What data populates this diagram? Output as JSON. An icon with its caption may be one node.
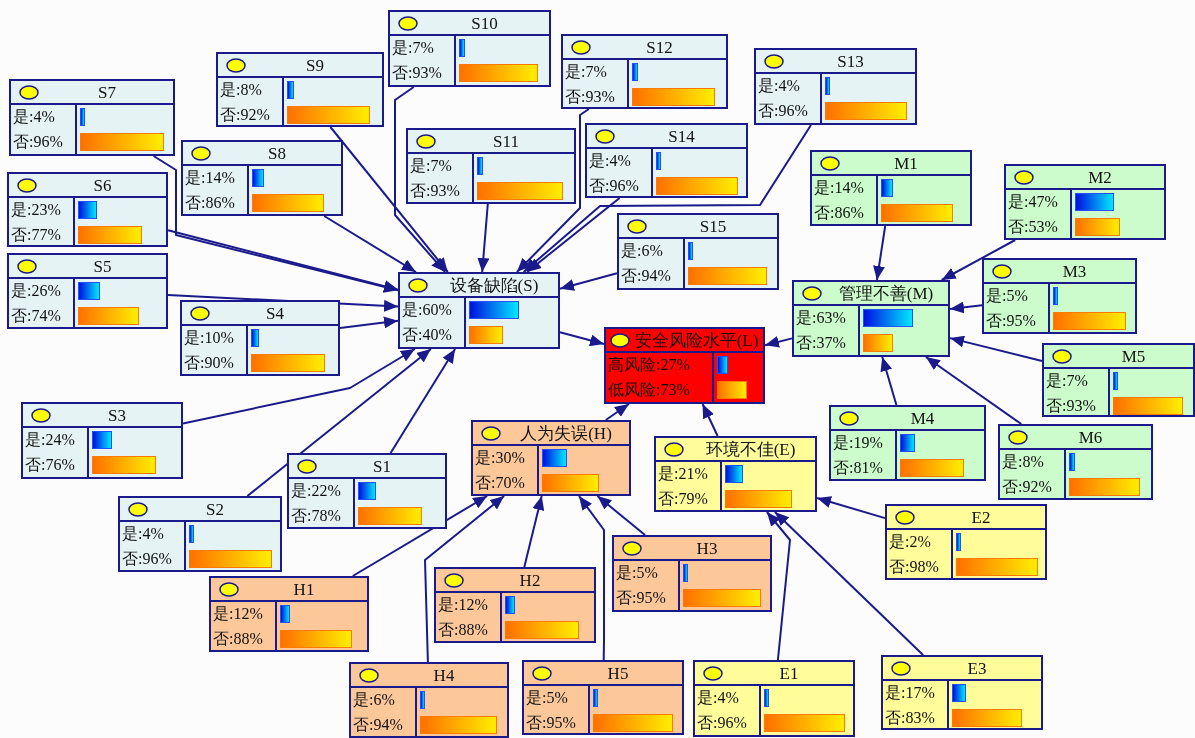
{
  "diagram": {
    "nodes": [
      {
        "text": [
          "S10",
          "是:7%",
          "否:93%"
        ]
      },
      {
        "text": [
          "S12",
          "是:7%",
          "否:93%"
        ]
      },
      {
        "text": [
          "S13",
          "是:4%",
          "否:96%"
        ]
      },
      {
        "text": [
          "S9",
          "是:8%",
          "否:92%"
        ]
      },
      {
        "text": [
          "S7",
          "是:4%",
          "否:96%"
        ]
      },
      {
        "text": [
          "S11",
          "是:7%",
          "否:93%"
        ]
      },
      {
        "text": [
          "S14",
          "是:4%",
          "否:96%"
        ]
      },
      {
        "text": [
          "S8",
          "是:14%",
          "否:86%"
        ]
      },
      {
        "text": [
          "M1",
          "是:14%",
          "否:86%"
        ]
      },
      {
        "text": [
          "M2",
          "是:47%",
          "否:53%"
        ]
      },
      {
        "text": [
          "S6",
          "是:23%",
          "否:77%"
        ]
      },
      {
        "text": [
          "S15",
          "是:6%",
          "否:94%"
        ]
      },
      {
        "text": [
          "S5",
          "是:26%",
          "否:74%"
        ]
      },
      {
        "text": [
          "设备缺陷(S)",
          "是:60%",
          "否:40%"
        ]
      },
      {
        "text": [
          "管理不善(M)",
          "是:63%",
          "否:37%"
        ]
      },
      {
        "text": [
          "M3",
          "是:5%",
          "否:95%"
        ]
      },
      {
        "text": [
          "S4",
          "是:10%",
          "否:90%"
        ]
      },
      {
        "text": [
          "安全风险水平(L)",
          "高风险:27%",
          "低风险:73%"
        ]
      },
      {
        "text": [
          "M5",
          "是:7%",
          "否:93%"
        ]
      },
      {
        "text": [
          "S3",
          "是:24%",
          "否:76%"
        ]
      },
      {
        "text": [
          "M4",
          "是:19%",
          "否:81%"
        ]
      },
      {
        "text": [
          "M6",
          "是:8%",
          "否:92%"
        ]
      },
      {
        "text": [
          "人为失误(H)",
          "是:30%",
          "否:70%"
        ]
      },
      {
        "text": [
          "环境不佳(E)",
          "是:21%",
          "否:79%"
        ]
      },
      {
        "text": [
          "S1",
          "是:22%",
          "否:78%"
        ]
      },
      {
        "text": [
          "S2",
          "是:4%",
          "否:96%"
        ]
      },
      {
        "text": [
          "E2",
          "是:2%",
          "否:98%"
        ]
      },
      {
        "text": [
          "H1",
          "是:12%",
          "否:88%"
        ]
      },
      {
        "text": [
          "H2",
          "是:12%",
          "否:88%"
        ]
      },
      {
        "text": [
          "H3",
          "是:5%",
          "否:95%"
        ]
      },
      {
        "text": [
          "H4",
          "是:6%",
          "否:94%"
        ]
      },
      {
        "text": [
          "H5",
          "是:5%",
          "否:95%"
        ]
      },
      {
        "text": [
          "E1",
          "是:4%",
          "否:96%"
        ]
      },
      {
        "text": [
          "E3",
          "是:17%",
          "否:83%"
        ]
      }
    ],
    "edges": [
      {
        "from": 0,
        "to": 13,
        "arrow": "to"
      },
      {
        "from": 1,
        "to": 13,
        "arrow": "to"
      },
      {
        "from": 2,
        "to": 13,
        "arrow": "to"
      },
      {
        "from": 3,
        "to": 13,
        "arrow": "to"
      },
      {
        "from": 4,
        "to": 13,
        "arrow": "to"
      },
      {
        "from": 5,
        "to": 13,
        "arrow": "to"
      },
      {
        "from": 6,
        "to": 13,
        "arrow": "to"
      },
      {
        "from": 7,
        "to": 13,
        "arrow": "to"
      },
      {
        "from": 10,
        "to": 13,
        "arrow": "to"
      },
      {
        "from": 11,
        "to": 13,
        "arrow": "to"
      },
      {
        "from": 12,
        "to": 13,
        "arrow": "to"
      },
      {
        "from": 16,
        "to": 13,
        "arrow": "to"
      },
      {
        "from": 19,
        "to": 13,
        "arrow": "to"
      },
      {
        "from": 24,
        "to": 13,
        "arrow": "to"
      },
      {
        "from": 25,
        "to": 13,
        "arrow": "to"
      },
      {
        "from": 8,
        "to": 14,
        "arrow": "to"
      },
      {
        "from": 9,
        "to": 14,
        "arrow": "to"
      },
      {
        "from": 15,
        "to": 14,
        "arrow": "to"
      },
      {
        "from": 18,
        "to": 14,
        "arrow": "to"
      },
      {
        "from": 20,
        "to": 14,
        "arrow": "to"
      },
      {
        "from": 21,
        "to": 14,
        "arrow": "to"
      },
      {
        "from": 27,
        "to": 22,
        "arrow": "to"
      },
      {
        "from": 28,
        "to": 22,
        "arrow": "to"
      },
      {
        "from": 29,
        "to": 22,
        "arrow": "to"
      },
      {
        "from": 30,
        "to": 22,
        "arrow": "to"
      },
      {
        "from": 31,
        "to": 22,
        "arrow": "to"
      },
      {
        "from": 26,
        "to": 23,
        "arrow": "to"
      },
      {
        "from": 32,
        "to": 23,
        "arrow": "to"
      },
      {
        "from": 33,
        "to": 23,
        "arrow": "to"
      },
      {
        "from": 13,
        "to": 17,
        "arrow": "to"
      },
      {
        "from": 14,
        "to": 17,
        "arrow": "to"
      },
      {
        "from": 22,
        "to": 17,
        "arrow": "to"
      },
      {
        "from": 23,
        "to": 17,
        "arrow": "to"
      }
    ]
  }
}
